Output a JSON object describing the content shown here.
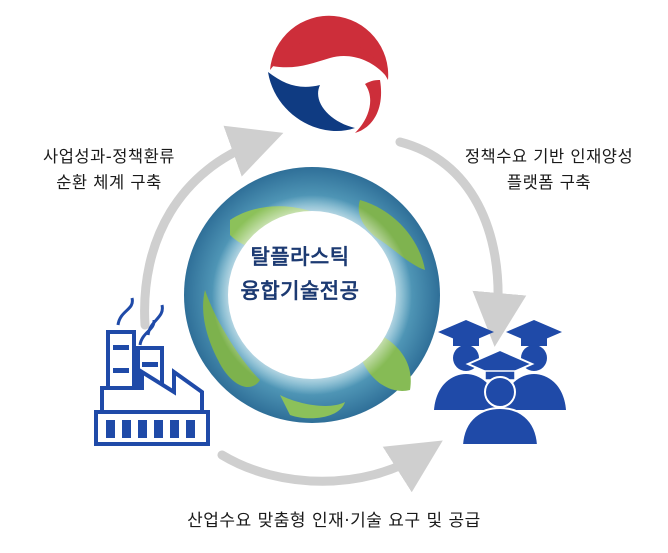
{
  "center": {
    "line1": "탈플라스틱",
    "line2": "융합기술전공"
  },
  "nodes": {
    "government": {
      "icon": "government-emblem-icon"
    },
    "industry": {
      "icon": "factory-icon"
    },
    "talent": {
      "icon": "graduates-icon"
    }
  },
  "labels": {
    "left_line1": "사업성과-정책환류",
    "left_line2": "순환 체계 구축",
    "right_line1": "정책수요 기반 인재양성",
    "right_line2": "플랫폼 구축",
    "bottom": "산업수요 맞춤형 인재·기술 요구 및 공급"
  },
  "colors": {
    "emblem_red": "#cd2e3a",
    "emblem_blue": "#0f3b82",
    "icon_blue": "#1f4aa8",
    "arrow_gray": "#cfcfcf",
    "center_text": "#1c3a72"
  }
}
